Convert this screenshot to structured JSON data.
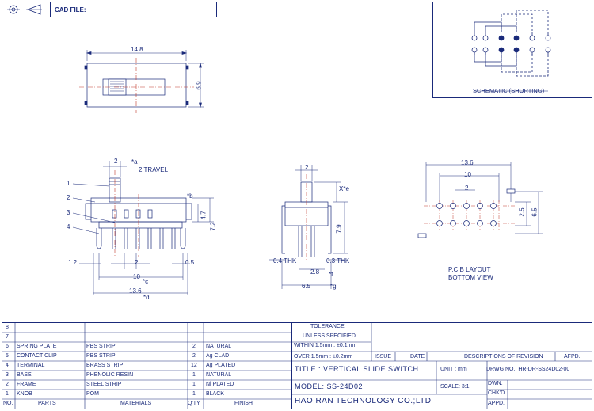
{
  "header": {
    "cad_file_label": "CAD FILE:"
  },
  "schematic": {
    "title": "SCHEMATIC (SHORTING)"
  },
  "top_view": {
    "dim_width": "14.8",
    "dim_height": "6.9"
  },
  "front_view": {
    "dim_knob": "2",
    "note_a": "*a",
    "dim_travel": "2 TRAVEL",
    "note_b": "*b",
    "dim_47": "4.7",
    "dim_72": "7.2",
    "dim_12": "1.2",
    "dim_pitch": "2",
    "dim_05": "0.5",
    "dim_10": "10",
    "note_c": "*c",
    "dim_136": "13.6",
    "note_d": "*d",
    "callouts": [
      "1",
      "2",
      "3",
      "4"
    ]
  },
  "side_view": {
    "dim_top": "2",
    "note_e": "X*e",
    "dim_79": "7.9",
    "dim_04": "0.4 THK",
    "dim_03": "0.3 THK",
    "dim_28": "2.8",
    "note_f": "*f",
    "dim_65": "6.5",
    "note_g": "*g"
  },
  "pcb_layout": {
    "dim_136": "13.6",
    "dim_10": "10",
    "dim_2": "2",
    "dim_25": "2.5",
    "dim_65": "6.5",
    "caption_1": "P.C.B LAYOUT",
    "caption_2": "BOTTOM VIEW"
  },
  "bom": {
    "empty_rows": [
      "8",
      "7"
    ],
    "rows": [
      {
        "no": "6",
        "part": "SPRING PLATE",
        "material": "PBS STRIP",
        "qty": "2",
        "finish": "NATURAL"
      },
      {
        "no": "5",
        "part": "CONTACT CLIP",
        "material": "PBS STRIP",
        "qty": "2",
        "finish": "Ag CLAD"
      },
      {
        "no": "4",
        "part": "TERMINAL",
        "material": "BRASS STRIP",
        "qty": "12",
        "finish": "Ag PLATED"
      },
      {
        "no": "3",
        "part": "BASE",
        "material": "PHENOLIC RESIN",
        "qty": "1",
        "finish": "NATURAL"
      },
      {
        "no": "2",
        "part": "FRAME",
        "material": "STEEL STRIP",
        "qty": "1",
        "finish": "Ni PLATED"
      },
      {
        "no": "1",
        "part": "KNOB",
        "material": "POM",
        "qty": "1",
        "finish": "BLACK"
      }
    ],
    "headers": {
      "no": "NO.",
      "parts": "PARTS",
      "materials": "MATERIALS",
      "qty": "Q'TY",
      "finish": "FINISH"
    }
  },
  "title_block": {
    "tolerance": "TOLERANCE",
    "unless": "UNLESS  SPECIFIED",
    "within": "WITHIN 1.5mm : ±0.1mm",
    "over": "OVER 1.5mm : ±0.2mm",
    "issue": "ISSUE",
    "date": "DATE",
    "descriptions": "DESCRIPTIONS OF REVISION",
    "appd_rev": "AFPD.",
    "title": "TITLE :  VERTICAL SLIDE SWITCH",
    "unit": "UNIT :  mm",
    "drwg": "DRWG NO.: HR-DR-SS24D02-00",
    "model": "MODEL:  SS-24D02",
    "scale": "SCALE:  3:1",
    "company": "HAO RAN TECHNOLOGY CO.;LTD",
    "dwn": "DWN.",
    "chkd": "CHK'D",
    "appd": "APPD."
  }
}
